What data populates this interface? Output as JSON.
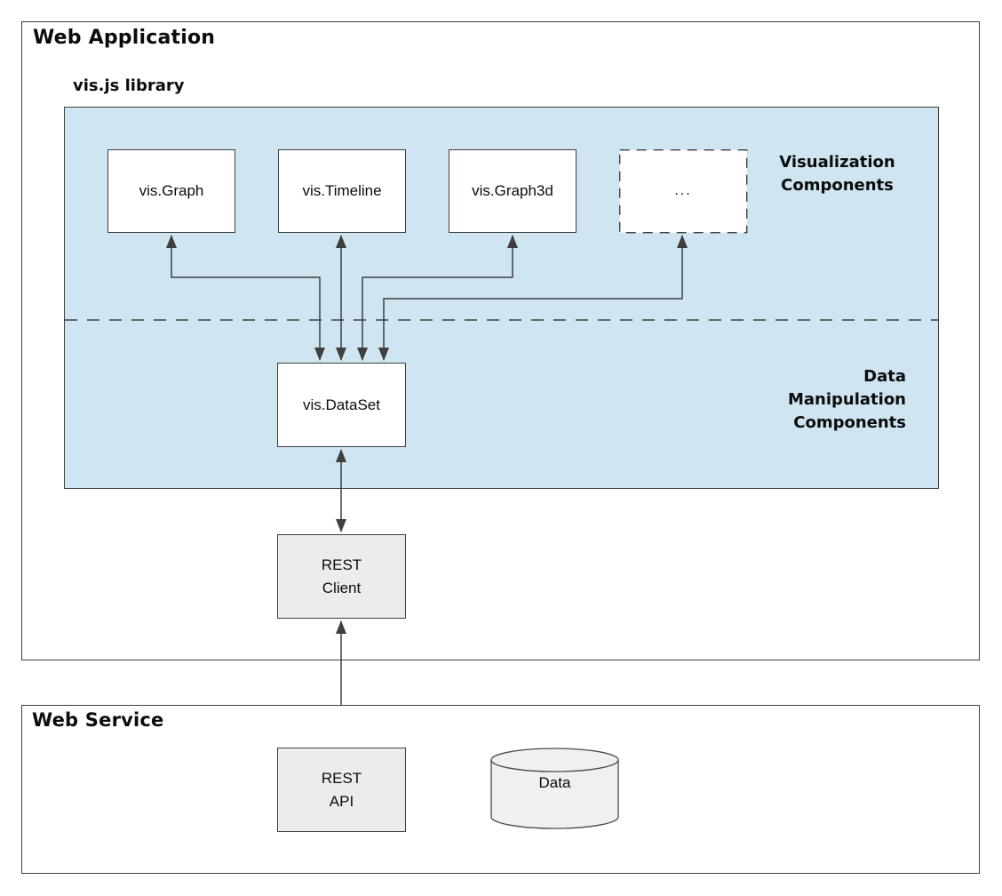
{
  "web_application": {
    "title": "Web Application",
    "library": {
      "title": "vis.js library",
      "components": [
        {
          "label": "vis.Graph"
        },
        {
          "label": "vis.Timeline"
        },
        {
          "label": "vis.Graph3d"
        },
        {
          "label": "..."
        }
      ],
      "section_labels": {
        "visualization": {
          "line1": "Visualization",
          "line2": "Components"
        },
        "data_manipulation": {
          "line1": "Data",
          "line2": "Manipulation",
          "line3": "Components"
        }
      },
      "dataset_label": "vis.DataSet"
    },
    "rest_client_label": "REST\nClient"
  },
  "web_service": {
    "title": "Web Service",
    "rest_api_label": "REST\nAPI",
    "data_store_label": "Data"
  },
  "colors": {
    "panel_blue": "#cfe5f2",
    "node_grey": "#ececec",
    "cylinder_grey": "#f0f0f0",
    "line_dark": "#3f3f3f",
    "background": "#ffffff",
    "text": "#0b0b0b"
  }
}
